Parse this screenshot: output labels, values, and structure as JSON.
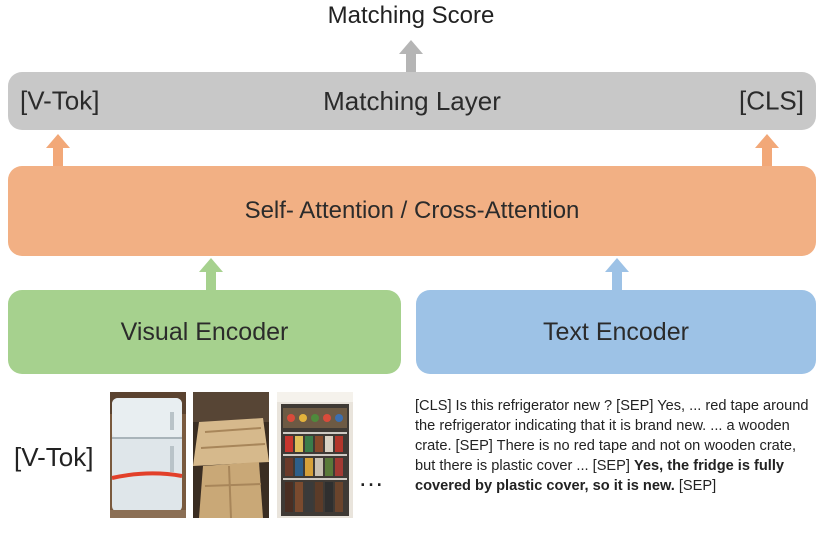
{
  "diagram": {
    "output_label": "Matching Score",
    "matching_layer": {
      "label": "Matching Layer",
      "left_token": "[V-Tok]",
      "right_token": "[CLS]",
      "color": "#c8c8c8"
    },
    "attention": {
      "label": "Self- Attention / Cross-Attention",
      "color": "#f2b084"
    },
    "visual_encoder": {
      "label": "Visual Encoder",
      "color": "#a6d18e"
    },
    "text_encoder": {
      "label": "Text Encoder",
      "color": "#9dc2e6"
    },
    "visual_input": {
      "token_label": "[V-Tok]",
      "images": [
        "refrigerator-photo",
        "wooden-crate-photo",
        "store-shelf-photo"
      ],
      "ellipsis": "…"
    },
    "text_input": {
      "part1": "[CLS] Is this refrigerator new ? [SEP] Yes, ... red tape around the refrigerator indicating that it is brand new. ... a wooden crate. [SEP] There is no red tape and not on wooden crate, but there is plastic cover ... [SEP] ",
      "bold": "Yes, the fridge is fully covered by plastic cover, so it is new.",
      "part2": " [SEP]"
    }
  }
}
